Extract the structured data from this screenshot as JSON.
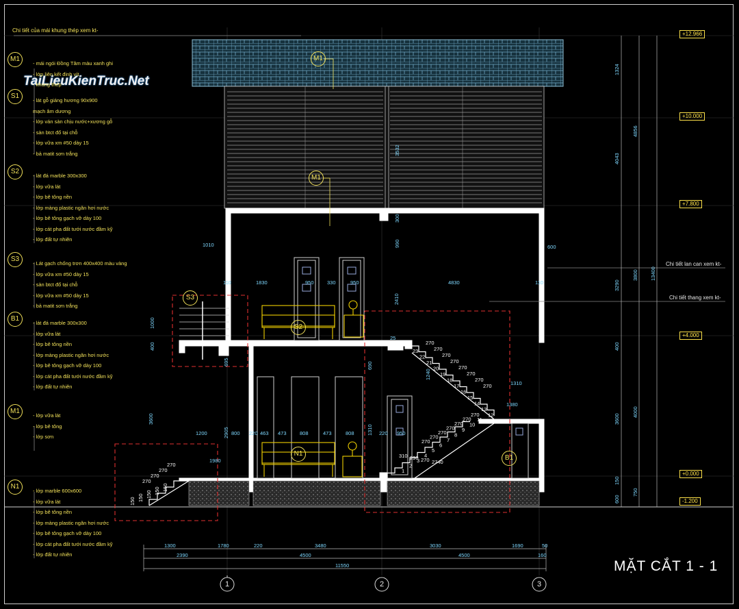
{
  "watermark": "TaiLieuKienTruc.Net",
  "title": "MẶT CẮT 1 - 1",
  "roof_note": "Chi tiết của mái khung thép xem kt-",
  "refs": {
    "railing": "Chi tiết lan can xem kt-",
    "stair": "Chi tiết thang xem kt-"
  },
  "layers": [
    {
      "tag": "M1",
      "lines": [
        "- mái ngói Đồng Tâm màu xanh ghi",
        "- lớp liên kết đinh vít",
        "- khung thép"
      ]
    },
    {
      "tag": "S1",
      "lines": [
        "- lát gỗ giáng hương 90x900",
        "  mạch âm dương",
        "- lớp ván sàn chịu nước+xương gỗ",
        "- sàn btct đổ tại chỗ",
        "- lớp vữa xm #50 dày 15",
        "- bả matit sơn trắng"
      ]
    },
    {
      "tag": "S2",
      "lines": [
        "- lát đá marble 300x300",
        "- lớp vữa lát",
        "- lớp bê tông nền",
        "- lớp màng plastic ngăn hơi nước",
        "- lớp bê tông gạch vỡ dày 100",
        "- lớp cát pha đất tưới nước đầm kỹ",
        "- lớp đất tự nhiên"
      ]
    },
    {
      "tag": "S3",
      "lines": [
        "- Lát gạch chống trơn 400x400 màu vàng",
        "- lớp vữa xm #50 dày 15",
        "- sàn btct đổ tại chỗ",
        "- lớp vữa xm #50 dày 15",
        "- bả matit sơn trắng"
      ]
    },
    {
      "tag": "B1",
      "lines": [
        "- lát đá marble 300x300",
        "- lớp vữa lát",
        "- lớp bê tông nền",
        "- lớp màng plastic ngăn hơi nước",
        "- lớp bê tông gạch vỡ dày 100",
        "- lớp cát pha đất tưới nước đầm kỹ",
        "- lớp đất tự nhiên"
      ]
    },
    {
      "tag": "M1",
      "lines": [
        "- lớp vữa lát",
        "- lớp bê tông",
        "- lớp sơn"
      ]
    },
    {
      "tag": "N1",
      "lines": [
        "- lớp marble 600x600",
        "- lớp vữa lát",
        "- lớp bê tông nền",
        "- lớp màng plastic ngăn hơi nước",
        "- lớp bê tông gạch vỡ dày 100",
        "- lớp cát pha đất tưới nước đầm kỹ",
        "- lớp đất tự nhiên"
      ]
    }
  ],
  "section_tags": {
    "roof": "M1",
    "wall": "M1",
    "balcony": "S3",
    "upper_room": "S2",
    "ground_room": "N1",
    "stair_base": "B1"
  },
  "levels": [
    "+12.966",
    "+10.000",
    "+7.800",
    "+4.000",
    "+0.000",
    "-1.200"
  ],
  "grid_axes": [
    "1",
    "2",
    "3"
  ],
  "dims_bottom": {
    "row1": [
      "1300",
      "1780",
      "220",
      "3480",
      "3030",
      "1690",
      "50"
    ],
    "row2": [
      "2390",
      "4500",
      "4500",
      "160"
    ],
    "total": "11550"
  },
  "dims_right": {
    "inner": [
      "1324",
      "4043",
      "3290",
      "400",
      "3600",
      "150",
      "600"
    ],
    "middle": [
      "4856",
      "3800",
      "4000",
      "750"
    ],
    "outer": "13400"
  },
  "dims_upper": [
    "1010",
    "600",
    "110",
    "1830",
    "950",
    "330",
    "950",
    "4830",
    "110",
    "990",
    "300",
    "3532",
    "2410",
    "25"
  ],
  "dims_ground": [
    "1200",
    "2905",
    "800",
    "220",
    "463",
    "473",
    "808",
    "473",
    "808",
    "1310",
    "220",
    "950",
    "1980",
    "690",
    "1240",
    "1310",
    "1380"
  ],
  "dims_left": [
    "1000",
    "400",
    "695",
    "3600"
  ],
  "steps_upper": [
    "23",
    "22",
    "21",
    "20",
    "19",
    "18",
    "17",
    "16",
    "15",
    "14",
    "13",
    "12"
  ],
  "steps_lower": [
    "11",
    "10",
    "9",
    "8",
    "7",
    "6",
    "5",
    "4",
    "3",
    "2",
    "1"
  ],
  "step_dims": [
    "270",
    "270",
    "270",
    "270",
    "270",
    "270",
    "270",
    "270",
    "270",
    "270",
    "270",
    "270",
    "270",
    "270",
    "270",
    "310",
    "290",
    "270",
    "2740"
  ],
  "entry_steps": [
    "270",
    "270",
    "270",
    "270"
  ],
  "entry_risers": [
    "150",
    "150",
    "150",
    "150",
    "150"
  ],
  "colors": {
    "background": "#000000",
    "frame": "#cfcfcf",
    "note": "#f2e15a",
    "dimension": "#7fd8ff",
    "wall": "#ffffff",
    "furniture": "#f0d000",
    "roof": "#3f6f86",
    "red_detail": "#e03030"
  }
}
